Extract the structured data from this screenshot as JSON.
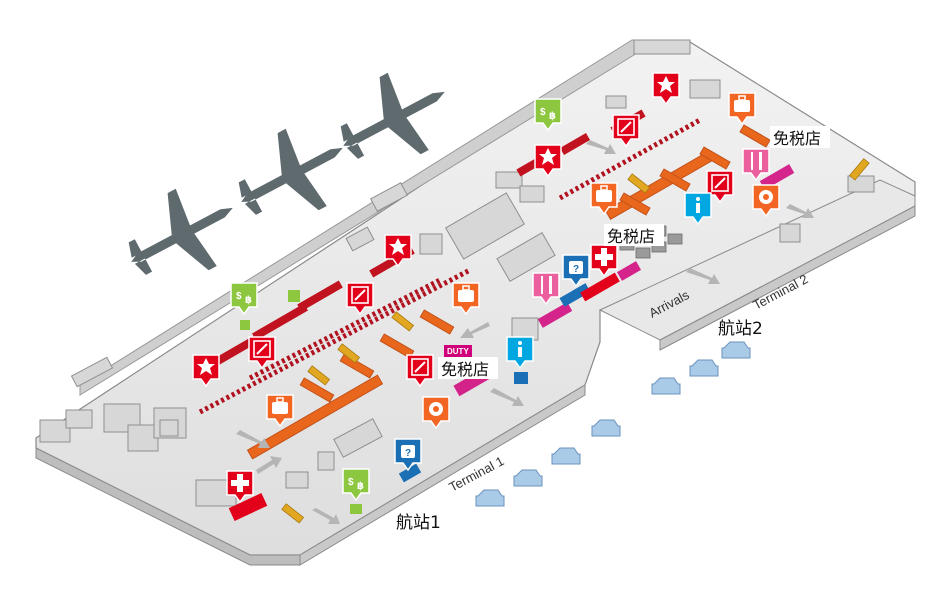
{
  "map": {
    "terminal_labels": [
      {
        "id": "t1",
        "text": "Terminal 1"
      },
      {
        "id": "t2",
        "text": "Terminal 2"
      }
    ],
    "zone_labels": {
      "arrivals": "Arrivals",
      "terminal1_cn": "航站1",
      "terminal2_cn": "航站2"
    },
    "duty_free_labels": [
      "免税店",
      "免税店",
      "免税店"
    ],
    "duty_sign_text": "DUTY",
    "icons": {
      "pharmacy": "pharmacy-star-icon",
      "currency": "currency-exchange-icon",
      "security": "security-check-icon",
      "baggage": "baggage-icon",
      "info": "information-icon",
      "first_aid": "first-aid-icon",
      "restaurant": "restaurant-icon",
      "flower": "flower-shop-icon",
      "lost_found": "lost-and-found-icon",
      "duty_free": "duty-free-icon",
      "airplane": "airplane-icon",
      "taxi": "taxi-icon"
    },
    "colors": {
      "pharmacy": "#e3001b",
      "currency": "#8dc63f",
      "security": "#e3001b",
      "baggage": "#f26522",
      "info": "#00a7e1",
      "first_aid": "#e3001b",
      "restaurant": "#ec5f9f",
      "flower": "#f26522",
      "lost_found": "#1b6fb5",
      "duty_free": "#d0007a",
      "gate": "#e8671c",
      "check_in": "#c1121f",
      "plane": "#5f6a6e",
      "taxi": "#aacbe8"
    }
  }
}
